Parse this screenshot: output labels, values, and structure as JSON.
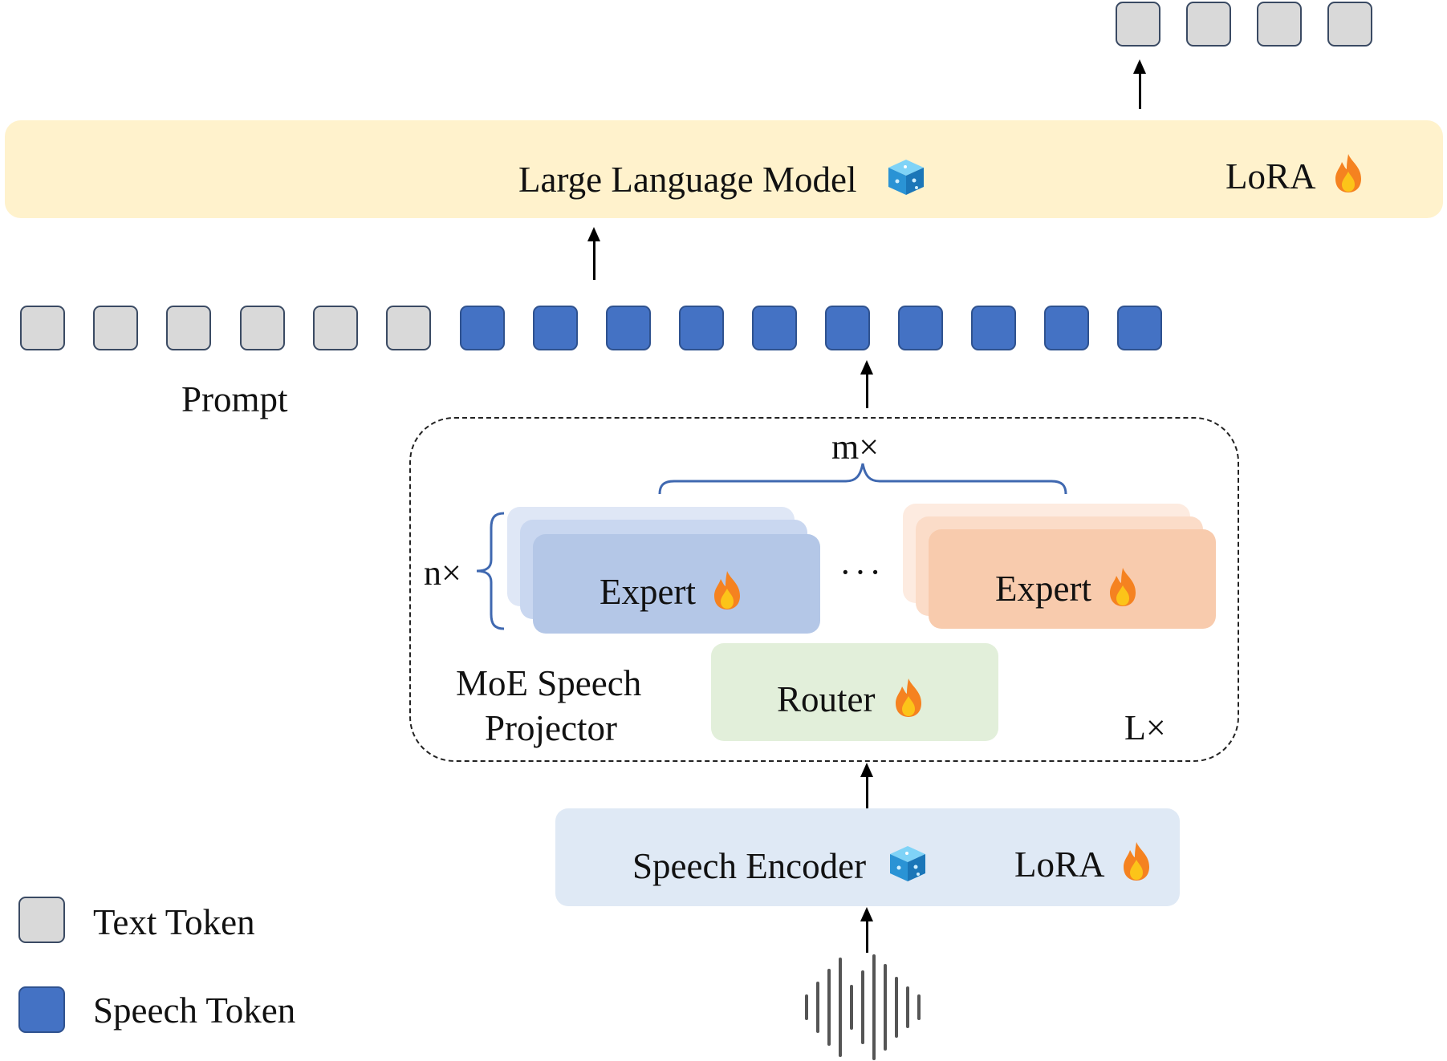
{
  "llm": {
    "title": "Large Language Model",
    "lora": "LoRA"
  },
  "prompt_label": "Prompt",
  "moe": {
    "title_line1": "MoE Speech",
    "title_line2": "Projector",
    "m_label": "m×",
    "n_label": "n×",
    "l_label": "L×",
    "ellipsis": "···",
    "expert_label": "Expert",
    "router_label": "Router"
  },
  "encoder": {
    "title": "Speech Encoder",
    "lora": "LoRA"
  },
  "legend": {
    "text_token": "Text Token",
    "speech_token": "Speech Token"
  },
  "icons": {
    "frozen": "ice-cube-icon",
    "trainable": "fire-icon",
    "audio": "waveform-icon"
  },
  "colors": {
    "text_token": "#d9d9d9",
    "speech_token": "#4472c4",
    "llm_bg": "#fff2cc",
    "encoder_bg": "#dfe9f5",
    "expert_blue": "#b4c7e7",
    "expert_orange": "#f8cbad",
    "router_bg": "#e2efda"
  }
}
